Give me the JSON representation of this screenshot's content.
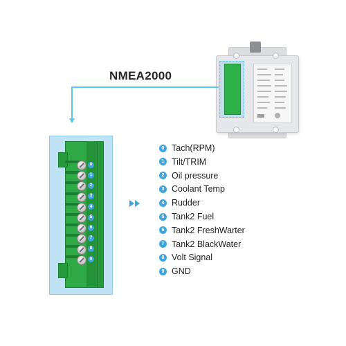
{
  "header": {
    "label": "NMEA2000"
  },
  "colors": {
    "accent": "#3da5df",
    "callout_line": "#58c8ea",
    "terminal_green": "#2fa846",
    "panel_bg": "#bfe3f4"
  },
  "terminal": {
    "numbers": [
      "0",
      "1",
      "2",
      "3",
      "4",
      "5",
      "6",
      "7",
      "8",
      "9"
    ]
  },
  "pins": [
    {
      "num": "0",
      "label": "Tach(RPM)"
    },
    {
      "num": "1",
      "label": "Tilt/TRIM"
    },
    {
      "num": "2",
      "label": "Oil pressure"
    },
    {
      "num": "3",
      "label": "Coolant Temp"
    },
    {
      "num": "4",
      "label": "Rudder"
    },
    {
      "num": "5",
      "label": "Tank2 Fuel"
    },
    {
      "num": "6",
      "label": "Tank2 FreshWarter"
    },
    {
      "num": "7",
      "label": "Tank2 BlackWater"
    },
    {
      "num": "8",
      "label": "Volt Signal"
    },
    {
      "num": "9",
      "label": "GND"
    }
  ],
  "icons": {
    "double_arrow": "double-chevron-right-icon"
  }
}
